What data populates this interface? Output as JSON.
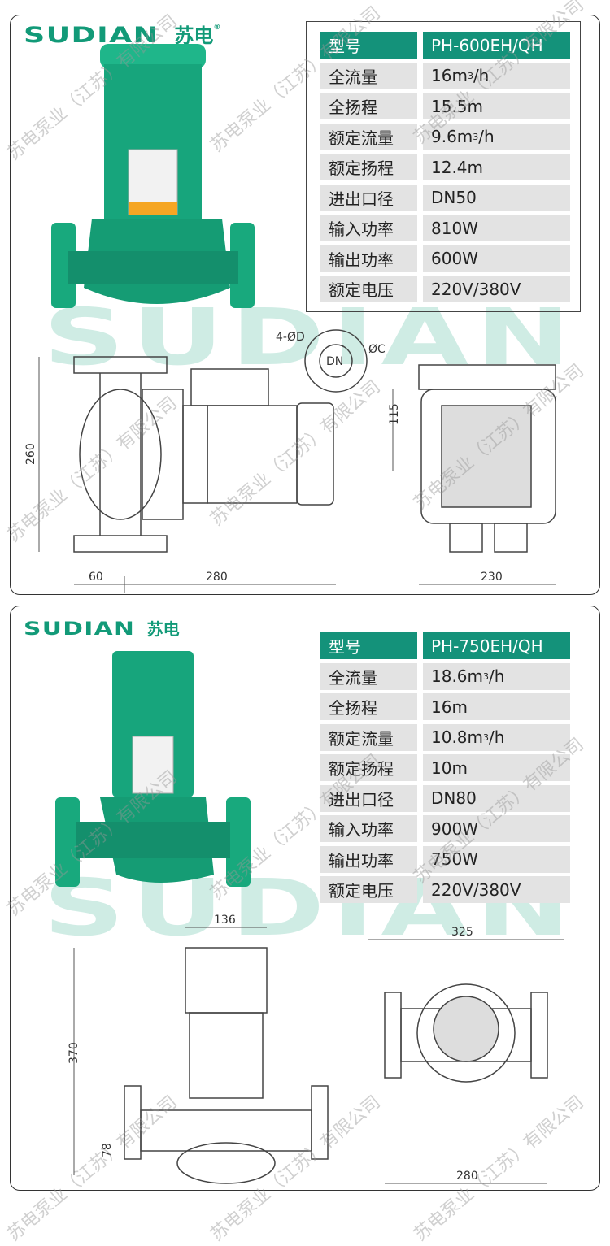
{
  "brand": {
    "name_en": "SUDIAN",
    "name_cn": "苏电",
    "reg": "®"
  },
  "watermark": "苏电泵业（江苏）有限公司",
  "colors": {
    "brand_green": "#14927a",
    "row_bg": "#e3e3e3"
  },
  "products": [
    {
      "specs": [
        {
          "k": "型号",
          "v": "PH-600EH/QH"
        },
        {
          "k": "全流量",
          "v": "16m",
          "sup": "3",
          "tail": "/h"
        },
        {
          "k": "全扬程",
          "v": "15.5m"
        },
        {
          "k": "额定流量",
          "v": "9.6m",
          "sup": "3",
          "tail": "/h"
        },
        {
          "k": "额定扬程",
          "v": "12.4m"
        },
        {
          "k": "进出口径",
          "v": "DN50"
        },
        {
          "k": "输入功率",
          "v": "810W"
        },
        {
          "k": "输出功率",
          "v": "600W"
        },
        {
          "k": "额定电压",
          "v": "220V/380V"
        }
      ],
      "dims": {
        "height": "260",
        "inlet": "60",
        "length": "280",
        "width": "230",
        "motor": "115",
        "holes": "4-ØD",
        "pcd": "ØC",
        "dn": "DN"
      }
    },
    {
      "specs": [
        {
          "k": "型号",
          "v": "PH-750EH/QH"
        },
        {
          "k": "全流量",
          "v": "18.6m",
          "sup": "3",
          "tail": "/h"
        },
        {
          "k": "全扬程",
          "v": "16m"
        },
        {
          "k": "额定流量",
          "v": "10.8m",
          "sup": "3",
          "tail": "/h"
        },
        {
          "k": "额定扬程",
          "v": "10m"
        },
        {
          "k": "进出口径",
          "v": "DN80"
        },
        {
          "k": "输入功率",
          "v": "900W"
        },
        {
          "k": "输出功率",
          "v": "750W"
        },
        {
          "k": "额定电压",
          "v": "220V/380V"
        }
      ],
      "dims": {
        "motor_width": "136",
        "height": "370",
        "center": "78",
        "top_width": "325",
        "bottom_width": "280"
      }
    }
  ]
}
